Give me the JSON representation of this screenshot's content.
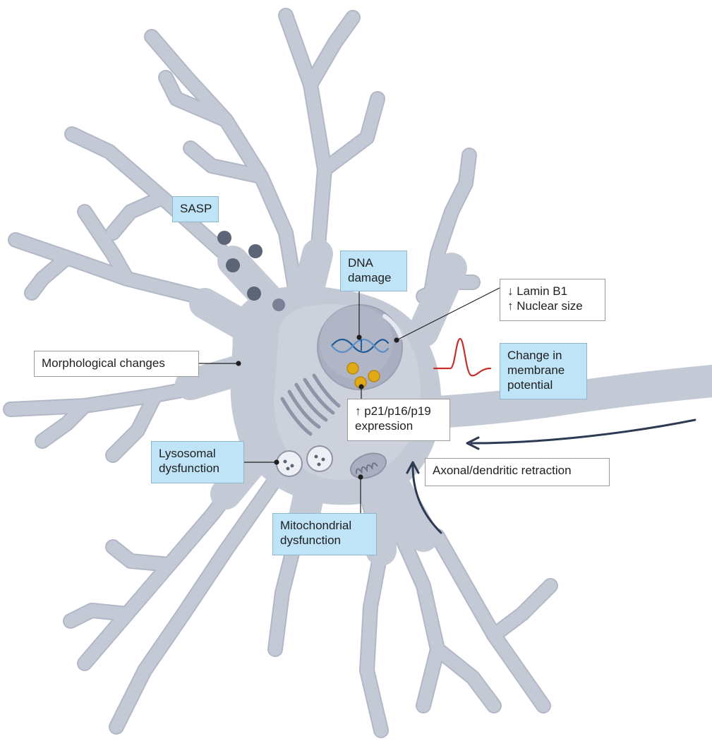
{
  "colors": {
    "cell_fill": "#c4c9d6",
    "cell_stroke": "#b3b8c7",
    "soma_highlight": "#d1d5e0",
    "nucleus_fill": "#a9afc0",
    "label_blue": "#bfe4f7",
    "label_white": "#ffffff",
    "arrow": "#2c3a52",
    "membrane_trace": "#c4302b",
    "p_granules": "#e0a918",
    "sasp_particles": "#5c6478",
    "dna_strand": "#1f5a99"
  },
  "labels": {
    "sasp": "SASP",
    "dna_damage_1": "DNA",
    "dna_damage_2": "damage",
    "lamin_1": "↓ Lamin B1",
    "lamin_2": "↑ Nuclear size",
    "morphological": "Morphological changes",
    "membrane_1": "Change in",
    "membrane_2": "membrane",
    "membrane_3": "potential",
    "expression_1": "↑ p21/p16/p19",
    "expression_2": "expression",
    "lysosomal_1": "Lysosomal",
    "lysosomal_2": "dysfunction",
    "mito_1": "Mitochondrial",
    "mito_2": "dysfunction",
    "retraction": "Axonal/dendritic retraction"
  },
  "icons": {
    "sasp": "sasp-particles-icon",
    "dna": "dna-helix-icon",
    "lysosome": "lysosome-icon",
    "mitochondrion": "mitochondrion-icon",
    "golgi": "golgi-apparatus-icon",
    "membrane": "action-potential-icon",
    "retraction": "retraction-arrow-icon"
  }
}
